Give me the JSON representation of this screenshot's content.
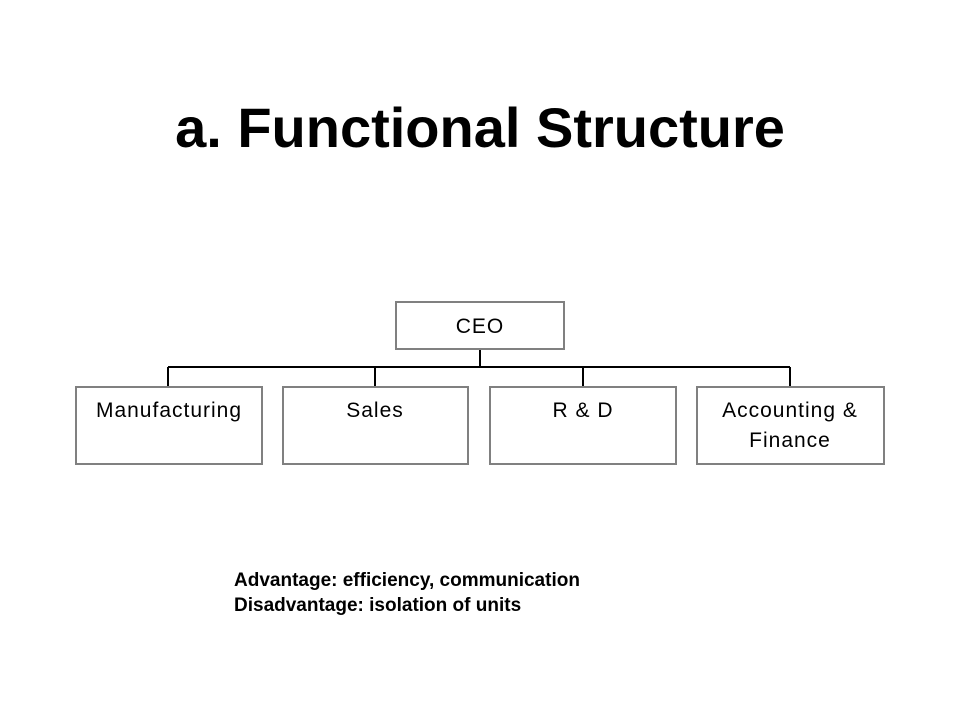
{
  "title": "a. Functional Structure",
  "org_chart": {
    "root": "CEO",
    "units": [
      [
        "Manufacturing"
      ],
      [
        "Sales"
      ],
      [
        "R & D"
      ],
      [
        "Accounting &",
        "Finance"
      ]
    ]
  },
  "notes": {
    "advantage": "Advantage: efficiency, communication",
    "disadvantage": "Disadvantage: isolation of units"
  }
}
